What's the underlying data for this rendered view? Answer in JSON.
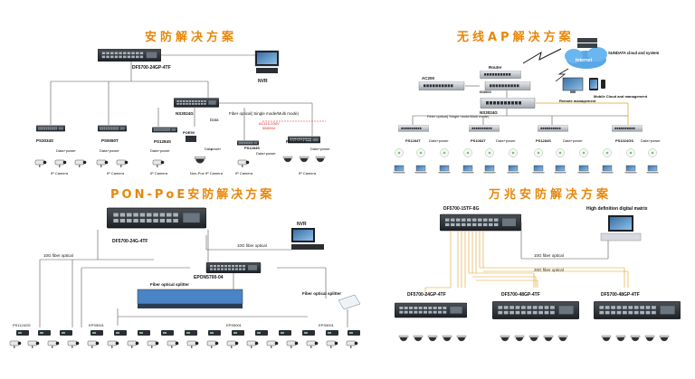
{
  "sections": {
    "security": {
      "title": "安防解决方案",
      "core_switch": "DF5700-24GP-4TF",
      "nvr": "NVR",
      "agg_switch": "NS3024G",
      "data": "Data",
      "fiber_optical": "Fiber optical( Single mode/Multi mode)",
      "power_ac": "AC110-230V",
      "power_ac_sub": "50/60Hz",
      "edge": [
        "PS3034S",
        "PS5080T",
        "PS1284S",
        "PS1284S",
        "PS1024GS"
      ],
      "poe_label": "POE5V",
      "data_power": "Data+power",
      "power": "power",
      "ip_camera": "IP Camera",
      "non_poe_camera": "Non-Poe IP Camera"
    },
    "wireless": {
      "title": "无线AP解决方案",
      "router": "Router",
      "ac": "AC200",
      "core_switch": "IS3000",
      "agg_switch": "NS3024G",
      "cloud": "Internet",
      "cloud_system": "SUNDATA cloud and system",
      "remote_management": "Remote management",
      "mobile_management": "Mobile Cloud and management",
      "fiber_optical": "Fiber optical( Single mode/Multi mode)",
      "edge": [
        "PS1284T",
        "PS1084T",
        "PS1284S",
        "PS1024GS"
      ],
      "data_power": "Data+power"
    },
    "pon": {
      "title": "PON-PoE安防解决方案",
      "core_switch": "DF5700-24G-4TF",
      "nvr": "NVR",
      "fiber_10g": "10G fiber optical",
      "fiber_10g_2": "10G fiber optical",
      "olt": "EPON5700-04",
      "splitter": "Fiber optical splitter",
      "splitter_2": "Fiber optical splitter",
      "onu_left": "PS1124GS",
      "onu_mid": "EPS5001",
      "onu_right": "EPS5001",
      "onu_right2": "EPS5001"
    },
    "tengig": {
      "title": "万兆安防解决方案",
      "core_switch": "DF5700-15TF-8G",
      "matrix": "High definition digital matrix",
      "fiber_10g": "10G fiber optical",
      "fiber_20g": "20G fiber optical",
      "edge": [
        "DF5700-24GP-4TF",
        "DF5700-48GP-4TF",
        "DF5700-48GP-4TF"
      ]
    }
  }
}
